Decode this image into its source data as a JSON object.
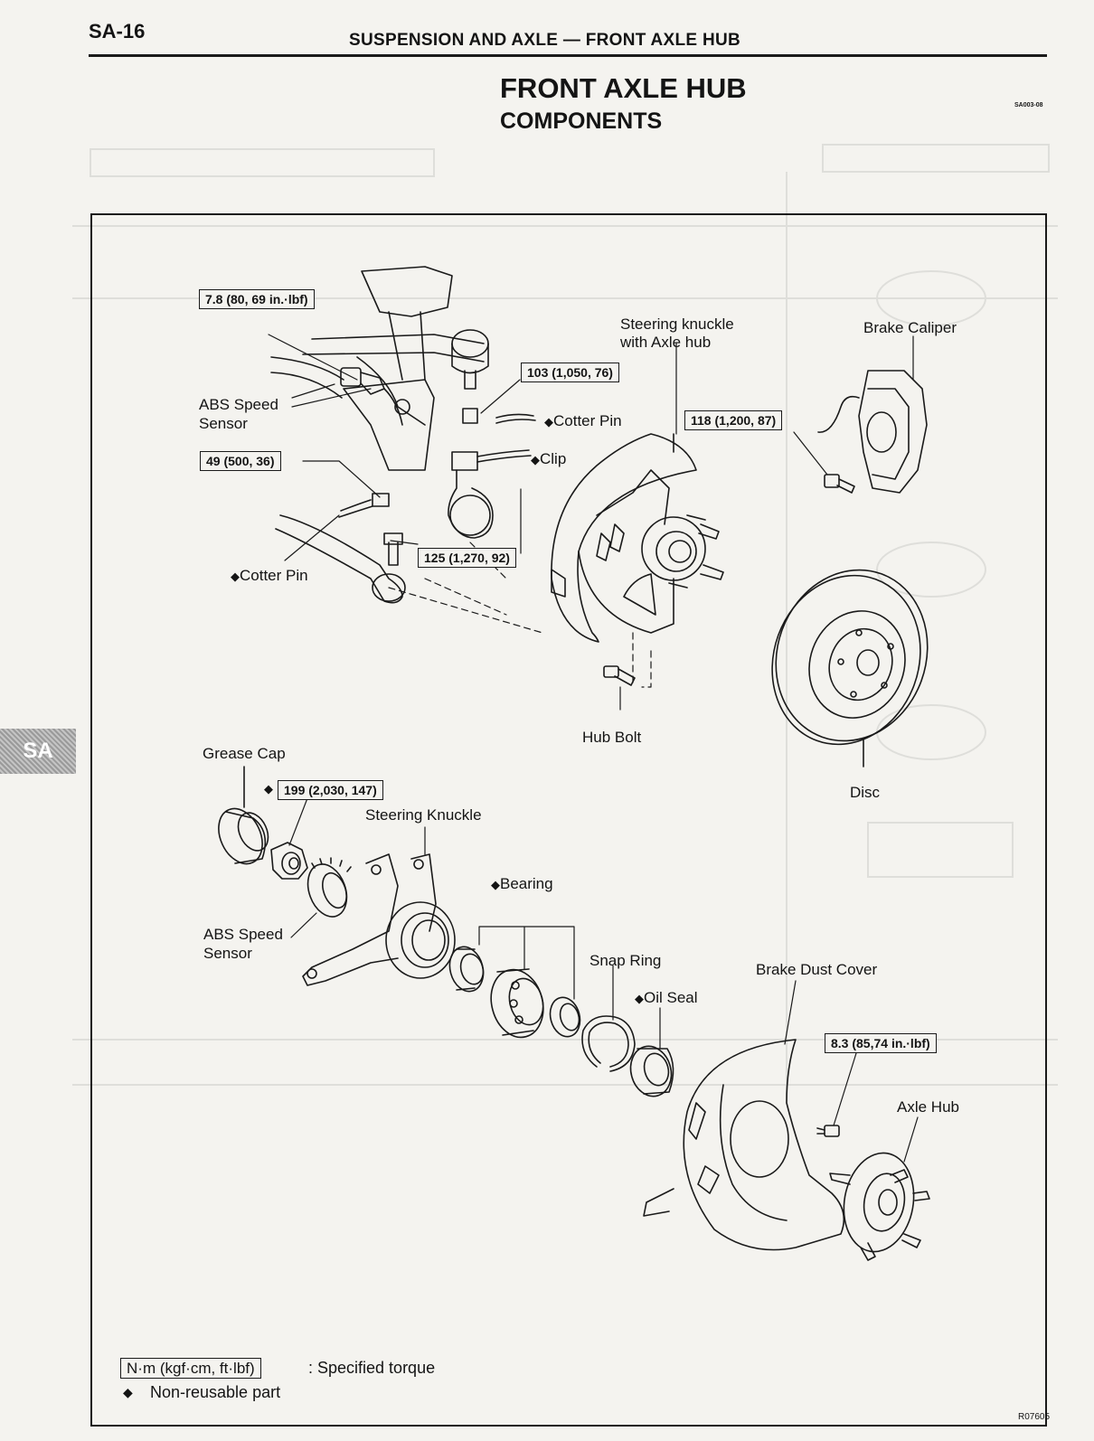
{
  "header": {
    "page_number": "SA-16",
    "section_title": "SUSPENSION AND AXLE  —  FRONT AXLE HUB",
    "title": "FRONT AXLE HUB",
    "subtitle": "COMPONENTS",
    "doc_code": "SA003-08"
  },
  "side_tab": "SA",
  "labels": {
    "abs_speed_sensor_upper": [
      "ABS Speed",
      "Sensor"
    ],
    "cotter_pin_upper": "Cotter Pin",
    "clip": "Clip",
    "cotter_pin_lower": "Cotter Pin",
    "steering_knuckle_with_axle_hub": [
      "Steering knuckle",
      "with Axle hub"
    ],
    "brake_caliper": "Brake Caliper",
    "hub_bolt": "Hub Bolt",
    "disc": "Disc",
    "grease_cap": "Grease Cap",
    "steering_knuckle": "Steering Knuckle",
    "abs_speed_sensor_lower": [
      "ABS Speed",
      "Sensor"
    ],
    "bearing": "Bearing",
    "snap_ring": "Snap Ring",
    "oil_seal": "Oil Seal",
    "brake_dust_cover": "Brake Dust Cover",
    "axle_hub": "Axle Hub"
  },
  "torques": {
    "t_7_8": "7.8 (80, 69 in.·lbf)",
    "t_103": "103 (1,050, 76)",
    "t_49": "49 (500, 36)",
    "t_125": "125 (1,270, 92)",
    "t_118": "118 (1,200, 87)",
    "t_199": "199 (2,030, 147)",
    "t_8_3": "8.3 (85,74 in.·lbf)"
  },
  "non_reusable_symbol": "◆",
  "legend": {
    "torque_unit": "N·m (kgf·cm, ft·lbf)",
    "torque_desc": ":  Specified torque",
    "non_reusable": "Non-reusable part"
  },
  "figure_code": "R07605"
}
